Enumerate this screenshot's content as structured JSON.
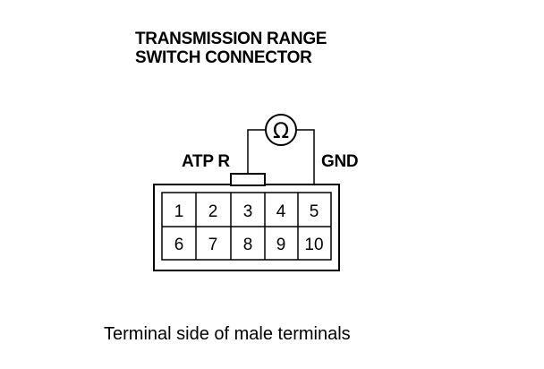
{
  "title": {
    "line1": "TRANSMISSION RANGE",
    "line2": "SWITCH CONNECTOR"
  },
  "labels": {
    "atp": "ATP R",
    "gnd": "GND"
  },
  "meter": {
    "icon": "ohmmeter-icon",
    "symbol": "Ω"
  },
  "connector": {
    "rows": [
      [
        "1",
        "2",
        "3",
        "4",
        "5"
      ],
      [
        "6",
        "7",
        "8",
        "9",
        "10"
      ]
    ]
  },
  "caption": "Terminal side of male terminals"
}
